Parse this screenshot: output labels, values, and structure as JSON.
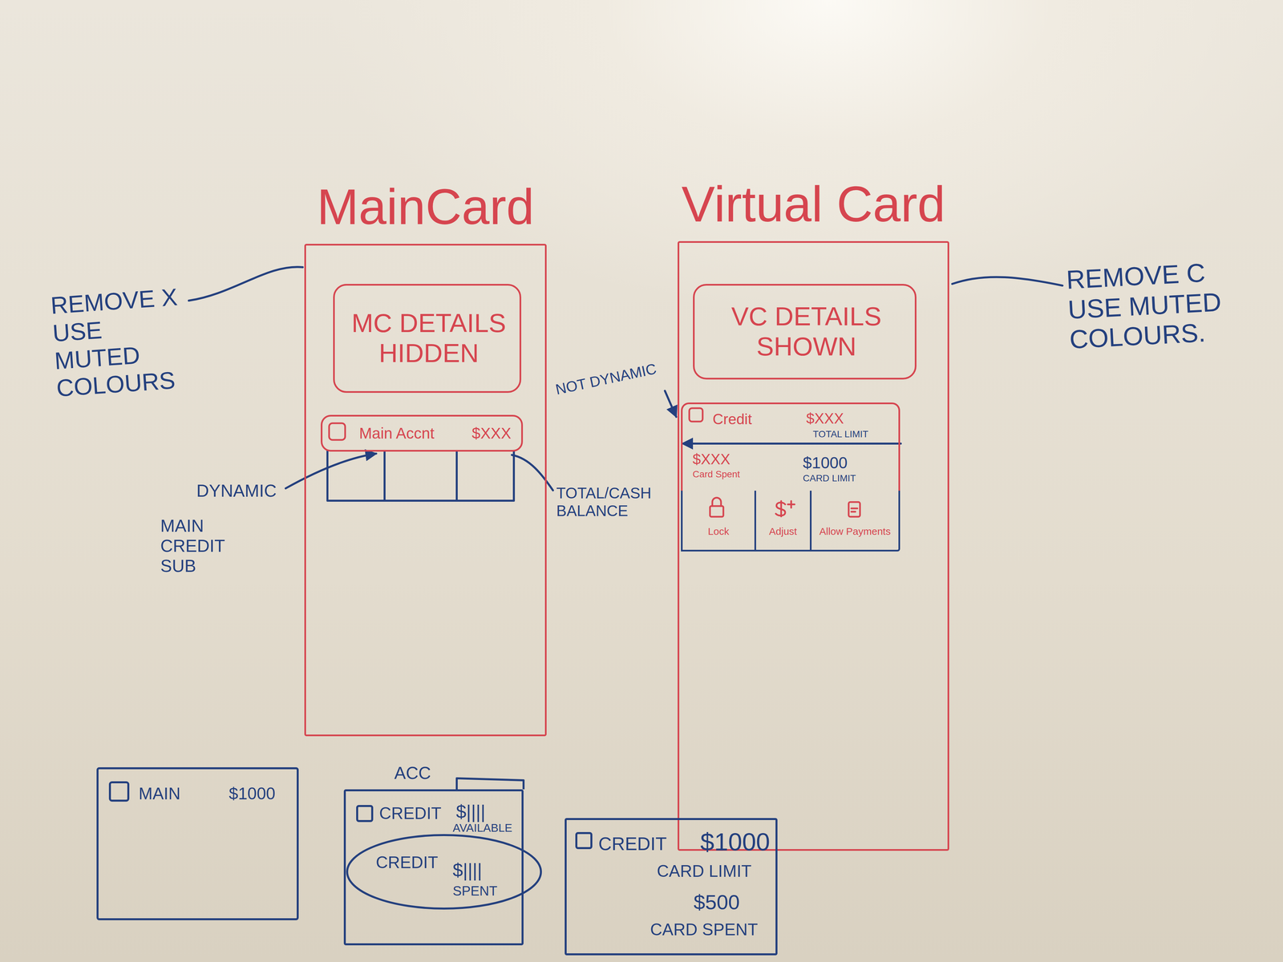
{
  "diagram": {
    "nodes": [
      {
        "text": [
          "MainCard"
        ]
      },
      {
        "text": [
          "MC DETAILS HIDDEN"
        ],
        "in": 0
      },
      {
        "text": [
          "Main Accnt",
          "$XXX"
        ],
        "in": 0
      },
      {
        "text": [
          "Virtual Card"
        ]
      },
      {
        "text": [
          "VC DETAILS SHOWN"
        ],
        "in": 3
      },
      {
        "text": [
          "Credit",
          "$XXX",
          "TOTAL LIMIT",
          "$XXX",
          "Card Spent",
          "$1000",
          "CARD LIMIT"
        ],
        "in": 3
      },
      {
        "text": [
          "Lock"
        ],
        "in": 3
      },
      {
        "text": [
          "Adjust"
        ],
        "in": 3
      },
      {
        "text": [
          "Allow Payments"
        ],
        "in": 3
      },
      {
        "text": [
          "MAIN",
          "$1000"
        ]
      },
      {
        "text": [
          "CREDIT",
          "$||||",
          "AVAILABLE",
          "CREDIT",
          "$||||",
          "SPENT"
        ]
      },
      {
        "text": [
          "CREDIT",
          "$1000",
          "CARD LIMIT",
          "$500",
          "CARD SPENT"
        ]
      }
    ],
    "labels": [
      "REMOVE X USE MUTED COLOURS",
      "DYNAMIC",
      "MAIN CREDIT SUB",
      "TOTAL/CASH BALANCE",
      "NOT DYNAMIC",
      "REMOVE C USE MUTED COLOURS.",
      "ACC"
    ]
  }
}
